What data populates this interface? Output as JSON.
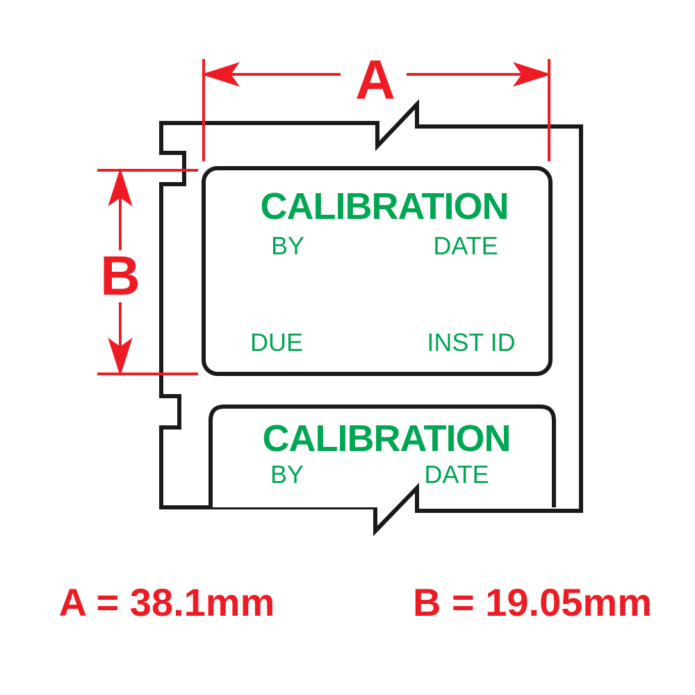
{
  "dimension_a": {
    "letter": "A",
    "caption": "A = 38.1mm"
  },
  "dimension_b": {
    "letter": "B",
    "caption": "B = 19.05mm"
  },
  "label_1": {
    "title": "CALIBRATION",
    "by": "BY",
    "date": "DATE",
    "due": "DUE",
    "inst_id": "INST ID"
  },
  "label_2": {
    "title": "CALIBRATION",
    "by": "BY",
    "date": "DATE"
  },
  "colors": {
    "accent_red": "#ed1c24",
    "label_green": "#00a651",
    "outline": "#1a1a1a"
  }
}
